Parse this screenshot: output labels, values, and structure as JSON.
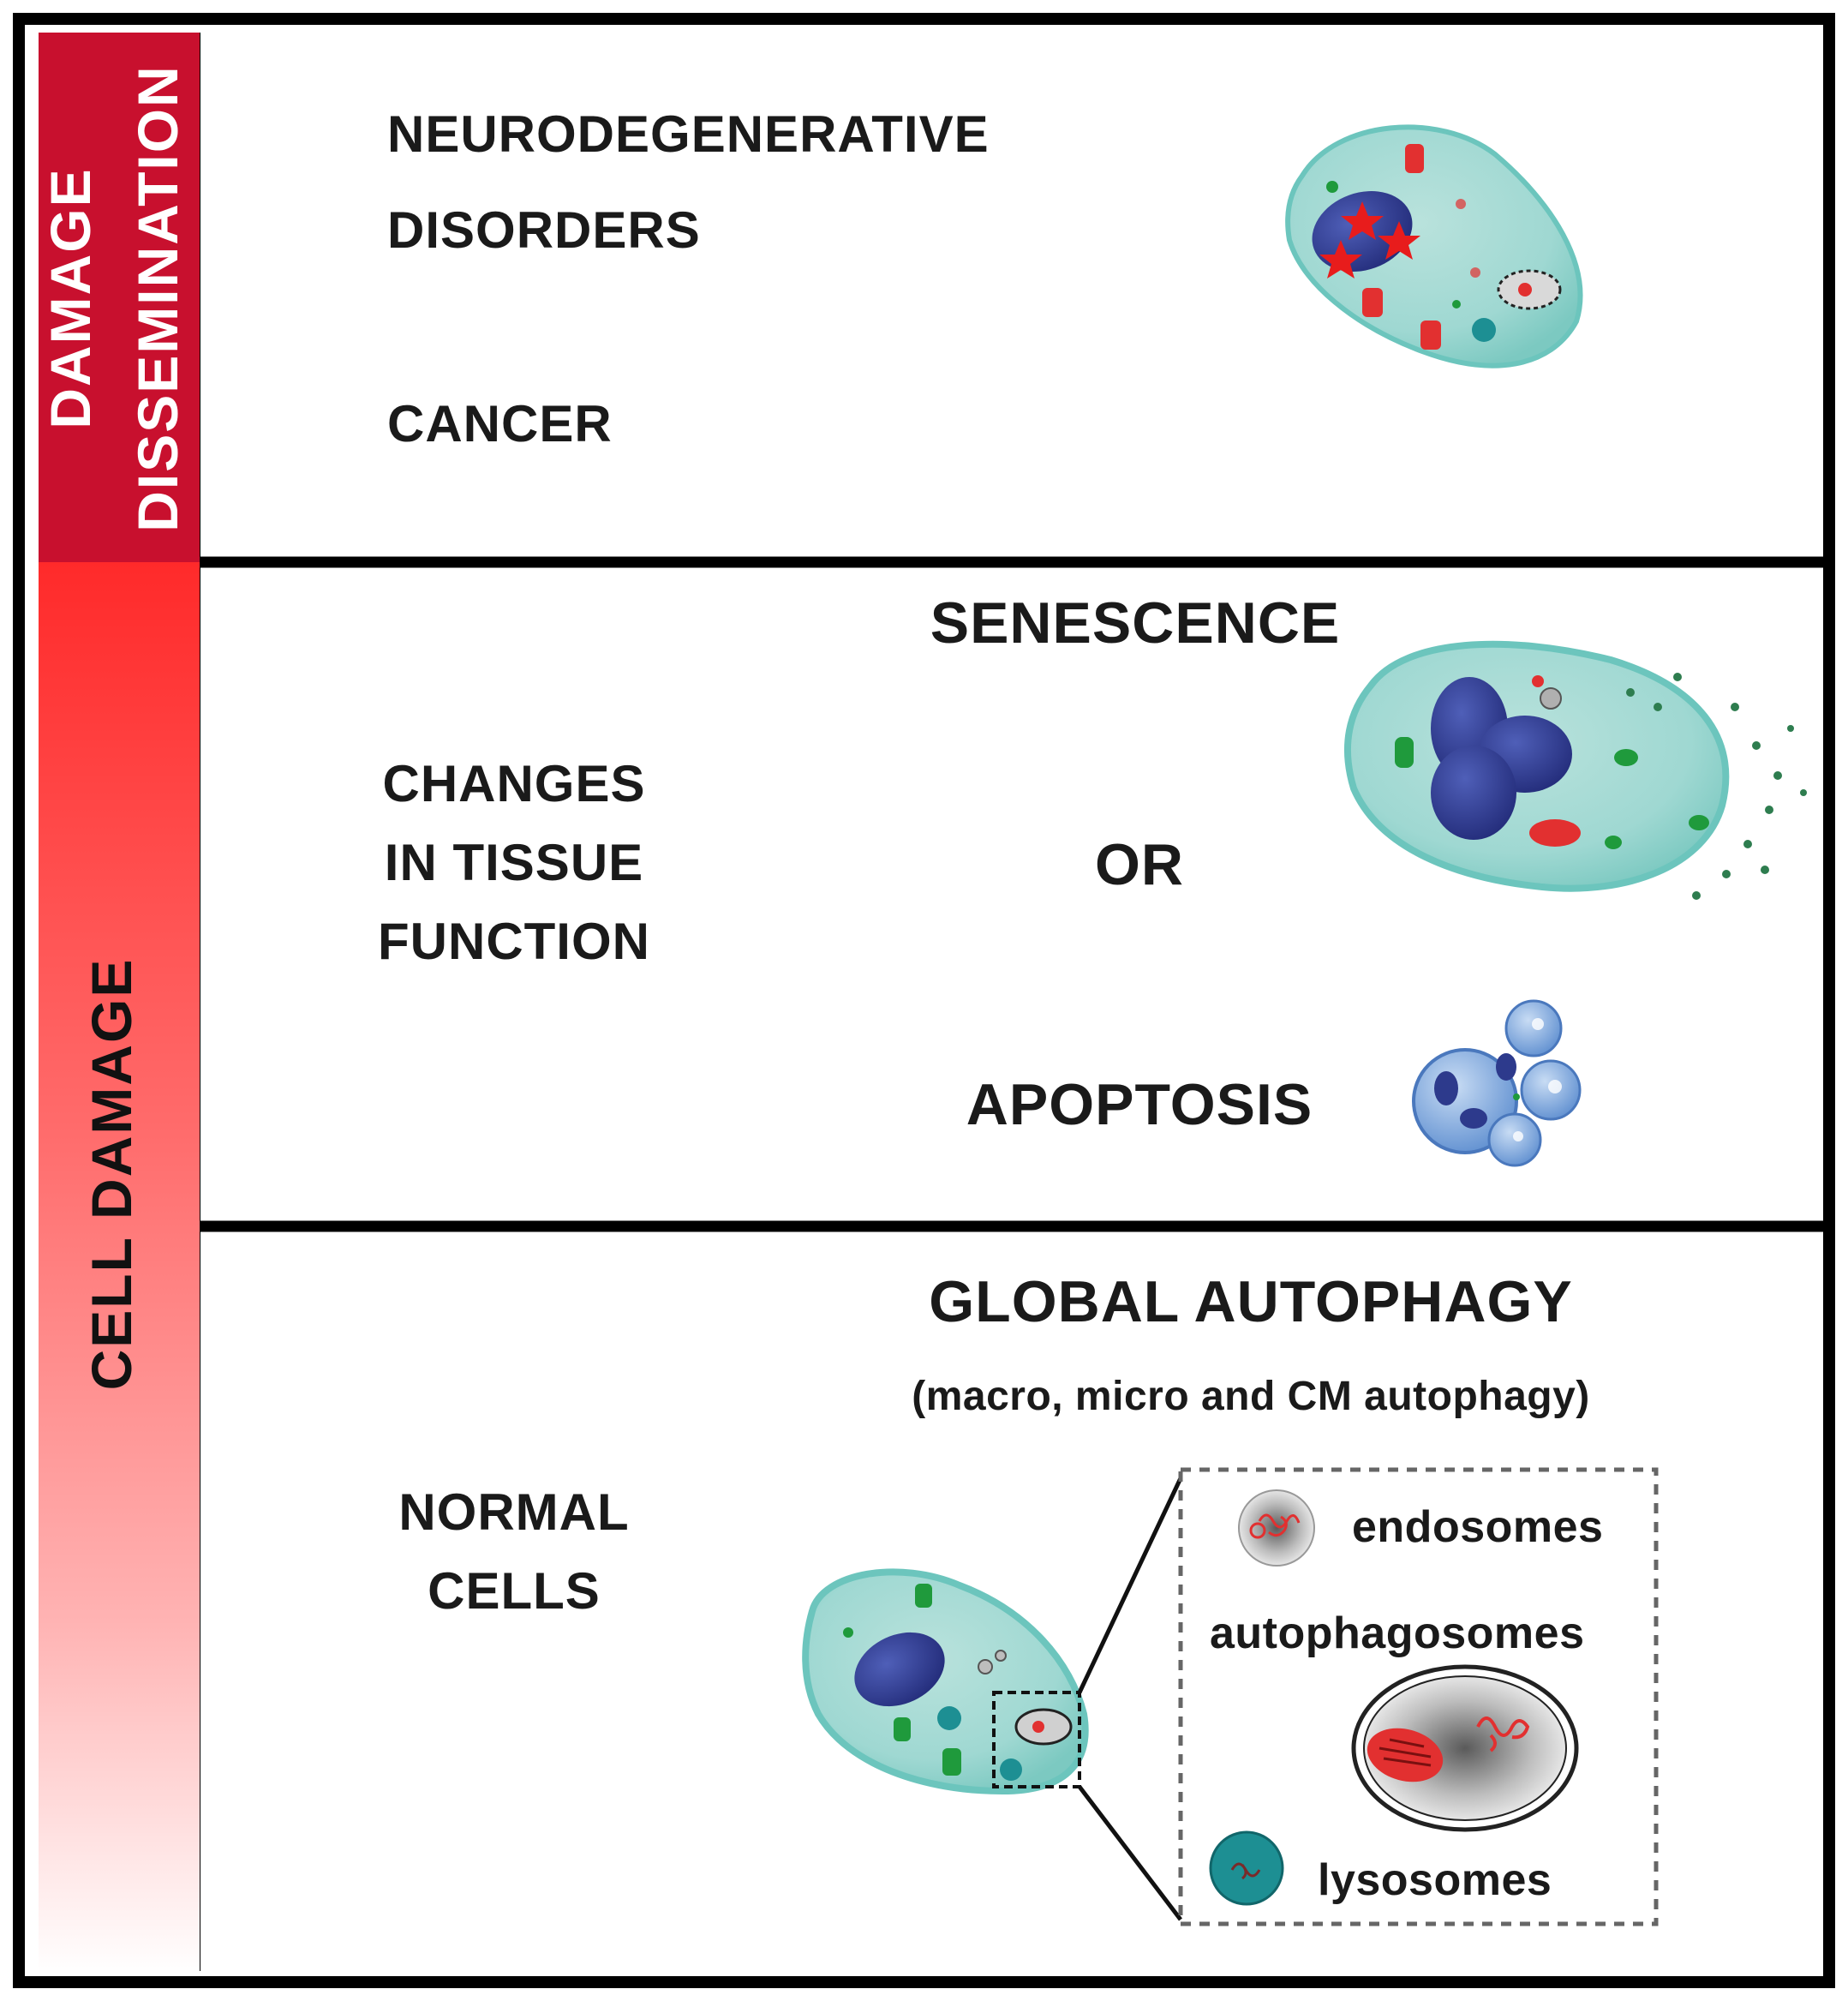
{
  "side_bars": {
    "top": {
      "line1": "DAMAGE",
      "line2": "DISSEMINATION",
      "color": "#c8102e"
    },
    "bottom": {
      "label": "CELL DAMAGE",
      "color_top": "#ff2a2a",
      "color_bottom": "#ffffff"
    }
  },
  "panel_top": {
    "line1": "NEURODEGENERATIVE",
    "line2": "DISORDERS",
    "line3": "CANCER"
  },
  "panel_middle": {
    "left_line1": "CHANGES",
    "left_line2": "IN TISSUE",
    "left_line3": "FUNCTION",
    "senescence": "SENESCENCE",
    "or": "OR",
    "apoptosis": "APOPTOSIS"
  },
  "panel_bottom": {
    "title": "GLOBAL AUTOPHAGY",
    "subtitle": "(macro, micro and CM autophagy)",
    "left_line1": "NORMAL",
    "left_line2": "CELLS",
    "legend": {
      "endosomes": "endosomes",
      "autophagosomes": "autophagosomes",
      "lysosomes": "lysosomes"
    }
  },
  "colors": {
    "cell_fill": "#9fd8d2",
    "cell_edge": "#6cc5bd",
    "nucleus": "#2d3a8c",
    "lysosome": "#1d8f93",
    "organelle_red": "#e23030",
    "organelle_green": "#1f9a3c",
    "apoptotic_blue": "#6f9fd8"
  }
}
